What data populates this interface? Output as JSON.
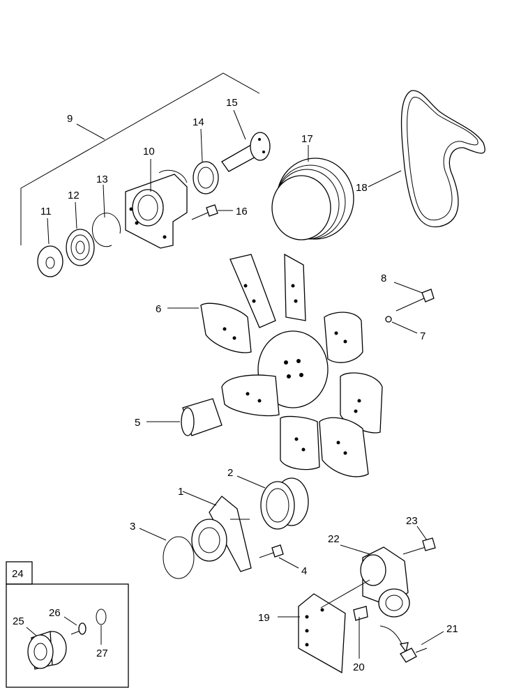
{
  "diagram": {
    "inset_label": "24",
    "callouts": {
      "c1": "1",
      "c2": "2",
      "c3": "3",
      "c4": "4",
      "c5": "5",
      "c6": "6",
      "c7": "7",
      "c8": "8",
      "c9": "9",
      "c10": "10",
      "c11": "11",
      "c12": "12",
      "c13": "13",
      "c14": "14",
      "c15": "15",
      "c16": "16",
      "c17": "17",
      "c18": "18",
      "c19": "19",
      "c20": "20",
      "c21": "21",
      "c22": "22",
      "c23": "23",
      "c25": "25",
      "c26": "26",
      "c27": "27"
    }
  }
}
